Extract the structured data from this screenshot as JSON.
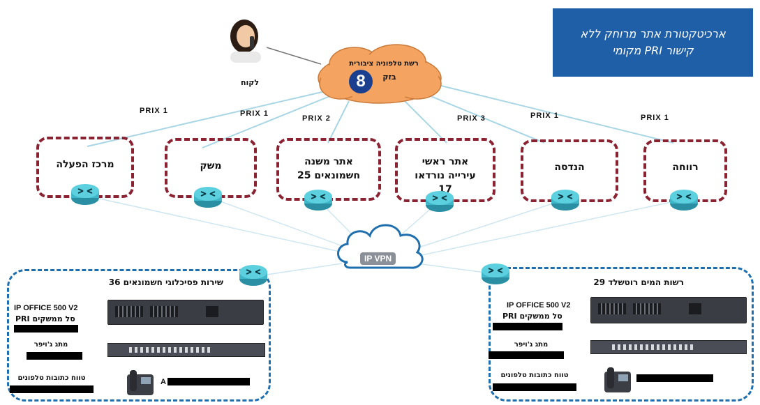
{
  "title": {
    "line1": "ארכיטקטורת אתר מרוחק ללא",
    "line2": "קישור PRI מקומי"
  },
  "pstn": {
    "label": "רשת טלפוניה ציבורית",
    "carrier": "בזק",
    "logo_text": "8"
  },
  "customer_label": "לקוח",
  "prix_labels": [
    "PRIX 1",
    "PRIX 1",
    "PRIX 2",
    "PRIX 3",
    "PRIX 1",
    "PRIX 1"
  ],
  "sites": [
    {
      "label": "מרכז הפעלה"
    },
    {
      "label": "משק"
    },
    {
      "label": "אתר משנה חשמונאים 25"
    },
    {
      "label": "אתר ראשי עירייה נורדאו 17"
    },
    {
      "label": "הנדסה"
    },
    {
      "label": "רווחה"
    }
  ],
  "vpn_label": "IP VPN",
  "branches": [
    {
      "title": "שירות פסיכלוגי חשמונאים 36",
      "device": "IP OFFICE 500 V2",
      "pri_label": "סל ממשקים PRI",
      "switch_label": "מתג ג'ויפר",
      "range_label": "טווח כתובות טלפונים",
      "phone_text": "A"
    },
    {
      "title": "רשות המים רוטשלד 29",
      "device": "IP OFFICE 500 V2",
      "pri_label": "סל ממשקים PRI",
      "switch_label": "מתג ג'ויפר",
      "range_label": "טווח כתובות טלפונים",
      "phone_text": ""
    }
  ],
  "colors": {
    "title_bg": "#1f5fa8",
    "site_border": "#8b2232",
    "branch_border": "#1f6fae",
    "router": "#3fb7c9",
    "cloud": "#f4a460"
  }
}
